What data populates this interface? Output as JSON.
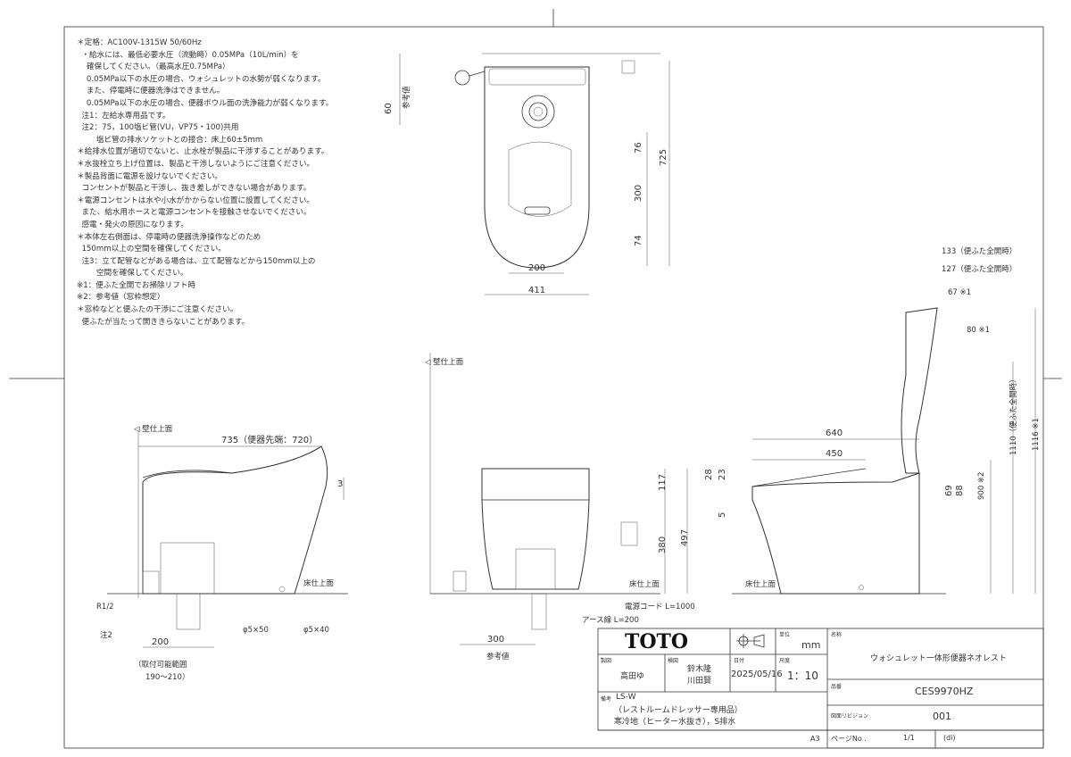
{
  "notes": [
    "＊定格：AC100V-1315W 50/60Hz",
    "  ・給水には、最低必要水圧（流動時）0.05MPa（10L/min）を",
    "    確保してください。（最高水圧0.75MPa）",
    "    0.05MPa以下の水圧の場合、ウォシュレットの水勢が弱くなります。",
    "    また、停電時に便器洗浄はできません。",
    "    0.05MPa以下の水圧の場合、便器ボウル面の洗浄能力が弱くなります。",
    "  注1：左給水専用品です。",
    "  注2：75，100塩ビ管(VU，VP75・100)共用",
    "        塩ビ管の排水ソケットとの接合：床上60±5mm",
    "＊給排水位置が適切でないと、止水栓が製品に干渉することがあります。",
    "＊水抜栓立ち上げ位置は、製品と干渉しないようにご注意ください。",
    "＊製品背面に電源を設けないでください。",
    "  コンセントが製品と干渉し、抜き差しができない場合があります。",
    "＊電源コンセントは水や小水がかからない位置に設置してください。",
    "  また、給水用ホースと電源コンセントを接触させないでください。",
    "  感電・発火の原因になります。",
    "＊本体左右側面は、停電時の便器洗浄操作などのため",
    "  150mm以上の空間を確保してください。",
    "  注3：立て配管などがある場合は、立て配管などから150mm以上の",
    "        空間を確保してください。",
    "※1：便ふた全開でお掃除リフト時",
    "※2：参考値（窓枠想定）",
    "＊窓枠などと便ふたの干渉にご注意ください。",
    "  便ふたが当たって開ききらないことがあります。"
  ],
  "top_view": {
    "d60": "60",
    "ref": "参考値",
    "d76": "76",
    "d300": "300",
    "d74": "74",
    "d725": "725",
    "d200": "200",
    "d411": "411"
  },
  "left_view": {
    "wall": "◁ 壁仕上面",
    "d735": "735（便器先端：720）",
    "d3": "3",
    "floor": "床仕上面",
    "r12": "R1/2",
    "note2": "注2",
    "d200": "200",
    "phi50": "φ5×50",
    "phi40": "φ5×40",
    "range1": "（取付可能範囲",
    "range2": "190〜210）"
  },
  "front_view": {
    "wall": "◁ 壁仕上面",
    "d117": "117",
    "d497": "497",
    "d380": "380",
    "floor": "床仕上面",
    "cord": "電源コード L=1000",
    "earth": "アース線 L=200",
    "d300": "300",
    "ref": "参考値"
  },
  "right_view": {
    "d133": "133（便ふた全開時）",
    "d127": "127（便ふた全開時）",
    "d67": "67 ※1",
    "d80": "80 ※1",
    "d640": "640",
    "d450": "450",
    "d28": "28",
    "d23": "23",
    "d5": "5",
    "d69": "69",
    "d88": "88",
    "d900": "900 ※2",
    "d1110": "1110（便ふた全開時）",
    "d1116": "1116 ※1",
    "floor": "床仕上面"
  },
  "title_block": {
    "logo": "TOTO",
    "unit_label": "単位",
    "unit": "mm",
    "name_label": "名称",
    "name": "ウォシュレット一体形便器ネオレスト",
    "drawn_label": "製図",
    "drawn": "高田ゆ",
    "checked_label": "検図",
    "checked1": "鈴木隆",
    "checked2": "川田賢",
    "date_label": "日付",
    "date": "2025/05/16",
    "scale_label": "尺度",
    "scale": "1：10",
    "model_label": "品番",
    "model": "CES9970HZ",
    "remarks_label": "備考",
    "remarks1": "LS-W",
    "remarks2": "（レストルームドレッサー専用品）",
    "remarks3": "寒冷地（ヒーター水抜き），S排水",
    "revision_label": "図面リビジョン",
    "revision": "001",
    "paper": "A3",
    "page_label": "ページNo .",
    "page": "1/1",
    "mark": "(di)"
  }
}
